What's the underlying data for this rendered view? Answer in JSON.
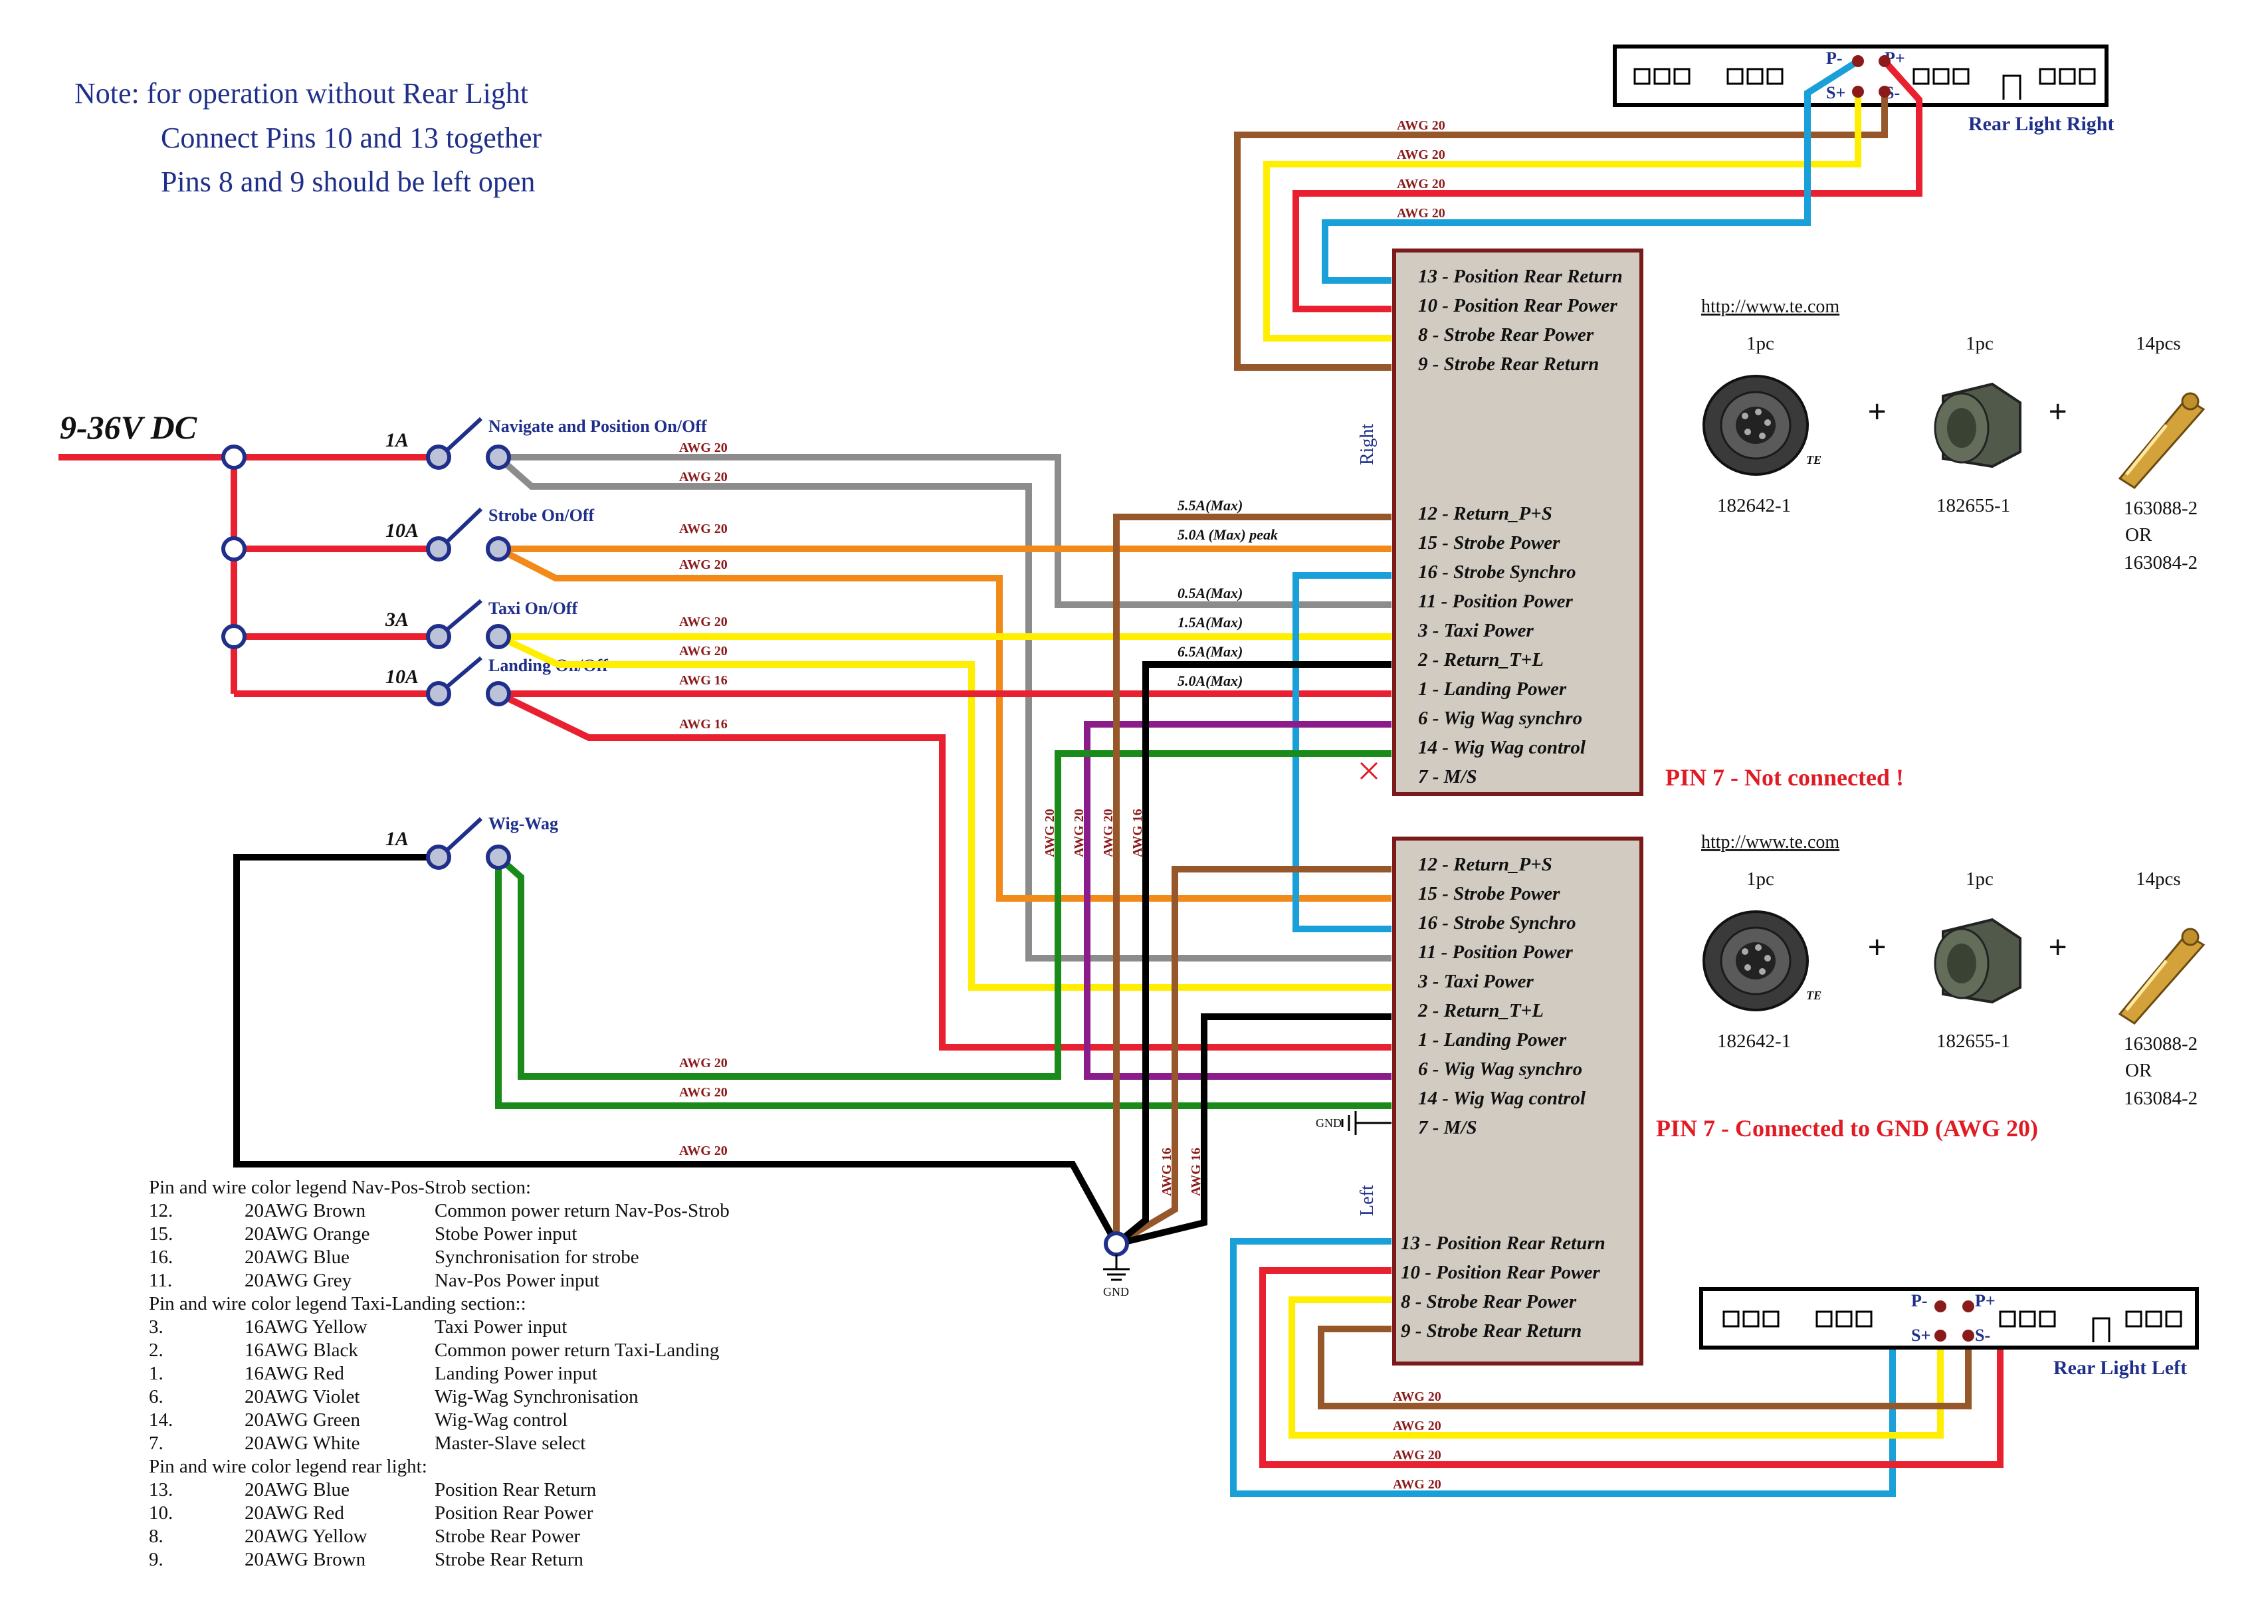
{
  "note": {
    "line1": "Note: for operation without Rear Light",
    "line2": "Connect Pins 10 and 13 together",
    "line3": "Pins 8 and 9 should be left open"
  },
  "supply_label": "9-36V DC",
  "switches": [
    {
      "fuse": "1A",
      "label": "Navigate and Position On/Off"
    },
    {
      "fuse": "10A",
      "label": "Strobe On/Off"
    },
    {
      "fuse": "3A",
      "label": "Taxi On/Off"
    },
    {
      "fuse": "10A",
      "label": "Landing On/Off"
    },
    {
      "fuse": "1A",
      "label": "Wig-Wag"
    }
  ],
  "awg": {
    "a20": "AWG 20",
    "a16": "AWG 16"
  },
  "currents": [
    "5.5A(Max)",
    "5.0A (Max) peak",
    "0.5A(Max)",
    "1.5A(Max)",
    "6.5A(Max)",
    "5.0A(Max)"
  ],
  "connector_right": {
    "side_label": "Right",
    "rear_pins": [
      "13 - Position Rear Return",
      "10 - Position Rear Power",
      "8 - Strobe Rear Power",
      "9 - Strobe Rear Return"
    ],
    "main_pins": [
      "12 - Return_P+S",
      "15 - Strobe Power",
      "16 - Strobe Synchro",
      "11 - Position Power",
      "3 - Taxi Power",
      "2 - Return_T+L",
      "1 - Landing Power",
      "6 - Wig Wag synchro",
      "14 - Wig Wag control",
      "7 - M/S"
    ],
    "pin7_note": "PIN 7 - Not connected !"
  },
  "connector_left": {
    "side_label": "Left",
    "main_pins": [
      "12 - Return_P+S",
      "15 - Strobe Power",
      "16 - Strobe Synchro",
      "11 - Position Power",
      "3 - Taxi Power",
      "2 - Return_T+L",
      "1 - Landing Power",
      "6 - Wig Wag synchro",
      "14 - Wig Wag control",
      "7 - M/S"
    ],
    "rear_pins": [
      "13 - Position Rear Return",
      "10 - Position Rear Power",
      "8 - Strobe Rear Power",
      "9 - Strobe Rear Return"
    ],
    "pin7_note": "PIN 7 - Connected to GND (AWG 20)",
    "gnd_label": "GND"
  },
  "gnd_label": "GND",
  "rear_light_right": {
    "label": "Rear Light Right",
    "pins": [
      "P-",
      "P+",
      "S+",
      "S-"
    ]
  },
  "rear_light_left": {
    "label": "Rear Light Left",
    "pins": [
      "P-",
      "P+",
      "S+",
      "S-"
    ]
  },
  "parts": {
    "url": "http://www.te.com",
    "qty": [
      "1pc",
      "1pc",
      "14pcs"
    ],
    "numbers": [
      "182642-1",
      "182655-1",
      "163088-2",
      "OR",
      "163084-2"
    ],
    "plus": "+",
    "logo": "TE"
  },
  "legend": [
    {
      "c1": "Pin and wire color legend Nav-Pos-Strob section:",
      "c2": "",
      "c3": ""
    },
    {
      "c1": "12.",
      "c2": "20AWG Brown",
      "c3": "Common power return Nav-Pos-Strob"
    },
    {
      "c1": "15.",
      "c2": "20AWG Orange",
      "c3": "Stobe Power input"
    },
    {
      "c1": "16.",
      "c2": "20AWG Blue",
      "c3": "Synchronisation for strobe"
    },
    {
      "c1": "11.",
      "c2": "20AWG Grey",
      "c3": "Nav-Pos Power input"
    },
    {
      "c1": "Pin and wire color legend Taxi-Landing section::",
      "c2": "",
      "c3": ""
    },
    {
      "c1": "3.",
      "c2": "16AWG Yellow",
      "c3": "Taxi Power input"
    },
    {
      "c1": "2.",
      "c2": "16AWG Black",
      "c3": "Common power return Taxi-Landing"
    },
    {
      "c1": "1.",
      "c2": "16AWG Red",
      "c3": "Landing Power input"
    },
    {
      "c1": "6.",
      "c2": "20AWG Violet",
      "c3": "Wig-Wag Synchronisation"
    },
    {
      "c1": "14.",
      "c2": "20AWG Green",
      "c3": "Wig-Wag control"
    },
    {
      "c1": "7.",
      "c2": "20AWG White",
      "c3": "Master-Slave select"
    },
    {
      "c1": "Pin and wire color legend rear light:",
      "c2": "",
      "c3": ""
    },
    {
      "c1": "13.",
      "c2": "20AWG  Blue",
      "c3": "Position Rear Return"
    },
    {
      "c1": "10.",
      "c2": "20AWG  Red",
      "c3": "Position Rear Power"
    },
    {
      "c1": "8.",
      "c2": "20AWG  Yellow",
      "c3": "Strobe Rear Power"
    },
    {
      "c1": "9.",
      "c2": "20AWG  Brown",
      "c3": "Strobe Rear Return"
    }
  ],
  "colors": {
    "red": "#e8202f",
    "grey": "#8c8c8c",
    "orange": "#f28a1a",
    "yellow": "#ffee00",
    "blue": "#1aa0d8",
    "brown": "#96582a",
    "black": "#000000",
    "violet": "#8a1d8a",
    "green": "#1a8a1a",
    "navy": "#1f2f8a",
    "box_fill": "#d1cbc2",
    "box_border": "#7a1a1a"
  }
}
